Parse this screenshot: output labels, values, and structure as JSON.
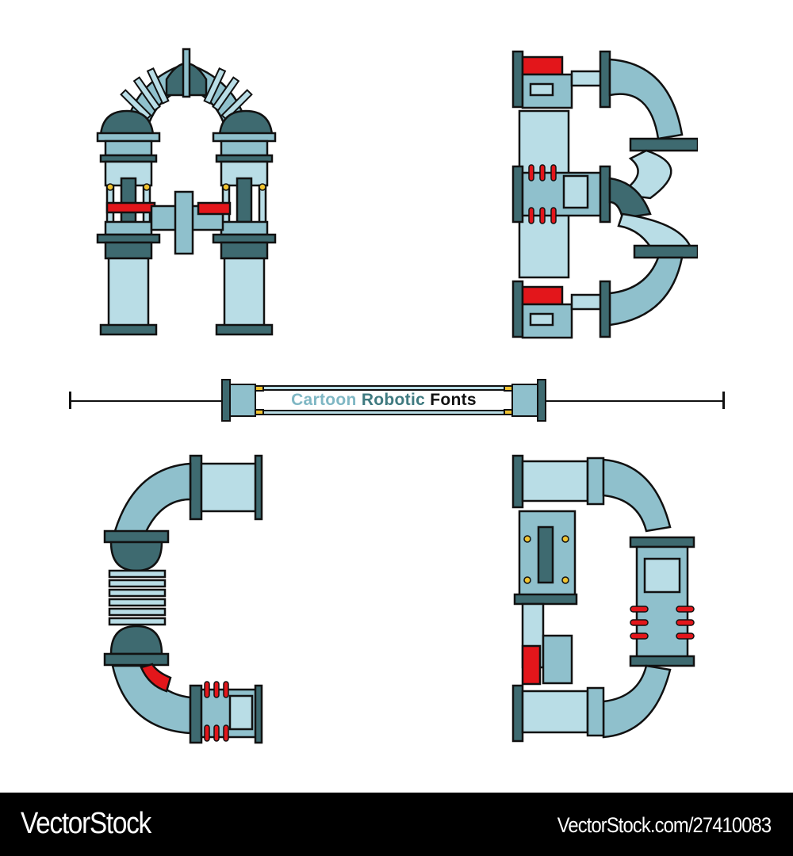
{
  "artwork": {
    "letters": [
      {
        "char": "A",
        "style": "mechanical pipes"
      },
      {
        "char": "B",
        "style": "mechanical pipes"
      },
      {
        "char": "C",
        "style": "mechanical pipes"
      },
      {
        "char": "D",
        "style": "mechanical pipes"
      }
    ],
    "banner": {
      "word1": "Cartoon",
      "word2": "Robotic",
      "word3": "Fonts",
      "colors": {
        "word1": "#7fb7c4",
        "word2": "#3f7a80",
        "word3": "#111111"
      }
    },
    "palette": {
      "pipe_light": "#b9dde6",
      "pipe_mid": "#8fc0cc",
      "pipe_dark": "#3e6a70",
      "outline": "#111111",
      "accent_red": "#e3161b",
      "accent_yellow": "#f0c330"
    }
  },
  "footer": {
    "brand": "VectorStock",
    "image_id": "VectorStock.com/27410083"
  }
}
